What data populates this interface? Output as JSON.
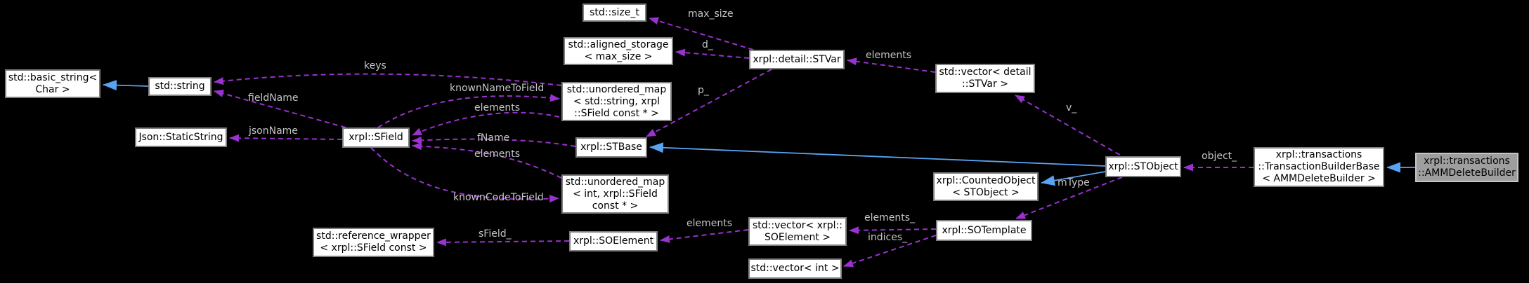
{
  "diagram": {
    "kind": "collaboration-graph",
    "focus_class": "xrpl::transactions::AMMDeleteBuilder"
  },
  "colors": {
    "background": "#000000",
    "node_fill": "#ffffff",
    "node_border": "#7f7f7f",
    "node_text": "#000000",
    "focus_node_fill": "#9e9e9e",
    "focus_node_border": "#c6c6c6",
    "usage_edge": "#9a32cd",
    "inheritance_edge": "#58a3f2",
    "edge_label_text": "#c5c5c5"
  },
  "nodes": {
    "size_t": {
      "lines": [
        "std::size_t"
      ]
    },
    "aligned_storage": {
      "lines": [
        "std::aligned_storage",
        "< max_size >"
      ]
    },
    "stvar": {
      "lines": [
        "xrpl::detail::STVar"
      ]
    },
    "vector_stvar": {
      "lines": [
        "std::vector< detail",
        "::STVar >"
      ]
    },
    "basic_string": {
      "lines": [
        "std::basic_string<",
        "Char >"
      ]
    },
    "string": {
      "lines": [
        "std::string"
      ]
    },
    "static_string": {
      "lines": [
        "Json::StaticString"
      ]
    },
    "sfield": {
      "lines": [
        "xrpl::SField"
      ]
    },
    "umap_string": {
      "lines": [
        "std::unordered_map",
        "< std::string, xrpl",
        "::SField const * >"
      ]
    },
    "stbase": {
      "lines": [
        "xrpl::STBase"
      ]
    },
    "umap_int": {
      "lines": [
        "std::unordered_map",
        "< int, xrpl::SField",
        "const * >"
      ]
    },
    "ref_wrapper": {
      "lines": [
        "std::reference_wrapper",
        "< xrpl::SField const >"
      ]
    },
    "soelement": {
      "lines": [
        "xrpl::SOElement"
      ]
    },
    "vector_soelement": {
      "lines": [
        "std::vector< xrpl::",
        "SOElement >"
      ]
    },
    "sotemplate": {
      "lines": [
        "xrpl::SOTemplate"
      ]
    },
    "vector_int": {
      "lines": [
        "std::vector< int >"
      ]
    },
    "counted_object": {
      "lines": [
        "xrpl::CountedObject",
        "< STObject >"
      ]
    },
    "stobject": {
      "lines": [
        "xrpl::STObject"
      ]
    },
    "builder_base": {
      "lines": [
        "xrpl::transactions",
        "::TransactionBuilderBase",
        "< AMMDeleteBuilder >"
      ]
    },
    "amm_delete_builder": {
      "lines": [
        "xrpl::transactions",
        "::AMMDeleteBuilder"
      ]
    }
  },
  "edge_labels": {
    "max_size": "max_size",
    "d": "d_",
    "p": "p_",
    "elements_stvar": "elements",
    "keys": "keys",
    "fieldName": "fieldName",
    "knownNameToField": "knownNameToField",
    "elements_umap_string": "elements",
    "jsonName": "jsonName",
    "fName": "fName",
    "elements_umap_int": "elements",
    "knownCodeToField": "knownCodeToField",
    "sField": "sField_",
    "elements_soelement": "elements",
    "elements_sotemplate": "elements_",
    "indices": "indices_",
    "mType": "mType",
    "v": "v_",
    "object": "object_"
  }
}
